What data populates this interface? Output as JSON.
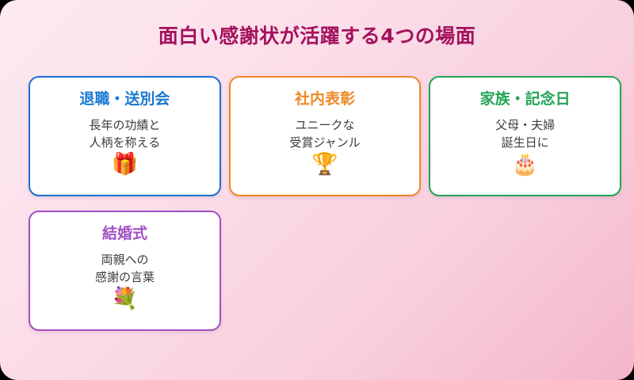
{
  "header": {
    "title": "面白い感謝状が活躍する4つの場面",
    "title_color": "#a3125e"
  },
  "background": {
    "gradient_from": "#fdeaf1",
    "gradient_to": "#f4b6cb"
  },
  "cards": [
    {
      "title": "退職・送別会",
      "body_line1": "長年の功績と",
      "body_line2": "人柄を称える",
      "icon": "gift-icon",
      "icon_glyph": "🎁",
      "accent": "blue",
      "accent_color": "#1a6fd4"
    },
    {
      "title": "社内表彰",
      "body_line1": "ユニークな",
      "body_line2": "受賞ジャンル",
      "icon": "trophy-icon",
      "icon_glyph": "🏆",
      "accent": "orange",
      "accent_color": "#ef8826"
    },
    {
      "title": "家族・記念日",
      "body_line1": "父母・夫婦",
      "body_line2": "誕生日に",
      "icon": "birthday-cake-icon",
      "icon_glyph": "🎂",
      "accent": "green",
      "accent_color": "#23a455"
    },
    {
      "title": "結婚式",
      "body_line1": "両親への",
      "body_line2": "感謝の言葉",
      "icon": "bouquet-icon",
      "icon_glyph": "💐",
      "accent": "purple",
      "accent_color": "#a34fc4"
    }
  ]
}
